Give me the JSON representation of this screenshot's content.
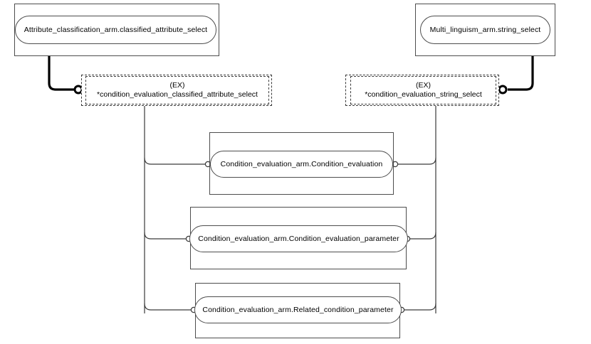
{
  "diagram": {
    "kind": "express-g-entity-diagram",
    "background_color": "#ffffff",
    "line_color": "#4d4d4d",
    "dash_color": "#3a3a3a",
    "text_color": "#000000"
  },
  "schema_nodes": [
    {
      "id": "attribute-classification-select",
      "label": "Attribute_classification_arm.classified_attribute_select",
      "shape": "rounded-in-rect"
    },
    {
      "id": "multi-linguism-string-select",
      "label": "Multi_linguism_arm.string_select",
      "shape": "rounded-in-rect"
    }
  ],
  "external_refs": [
    {
      "id": "ex-classified-attribute-select",
      "tag": "(EX)",
      "name": "*condition_evaluation_classified_attribute_select",
      "shape": "double-dashed-rect"
    },
    {
      "id": "ex-string-select",
      "tag": "(EX)",
      "name": "*condition_evaluation_string_select",
      "shape": "double-dashed-rect"
    }
  ],
  "entities": [
    {
      "id": "condition-evaluation",
      "label": "Condition_evaluation_arm.Condition_evaluation",
      "shape": "rounded-in-rect"
    },
    {
      "id": "condition-evaluation-parameter",
      "label": "Condition_evaluation_arm.Condition_evaluation_parameter",
      "shape": "rounded-in-rect"
    },
    {
      "id": "related-condition-parameter",
      "label": "Condition_evaluation_arm.Related_condition_parameter",
      "shape": "rounded-in-rect"
    }
  ]
}
